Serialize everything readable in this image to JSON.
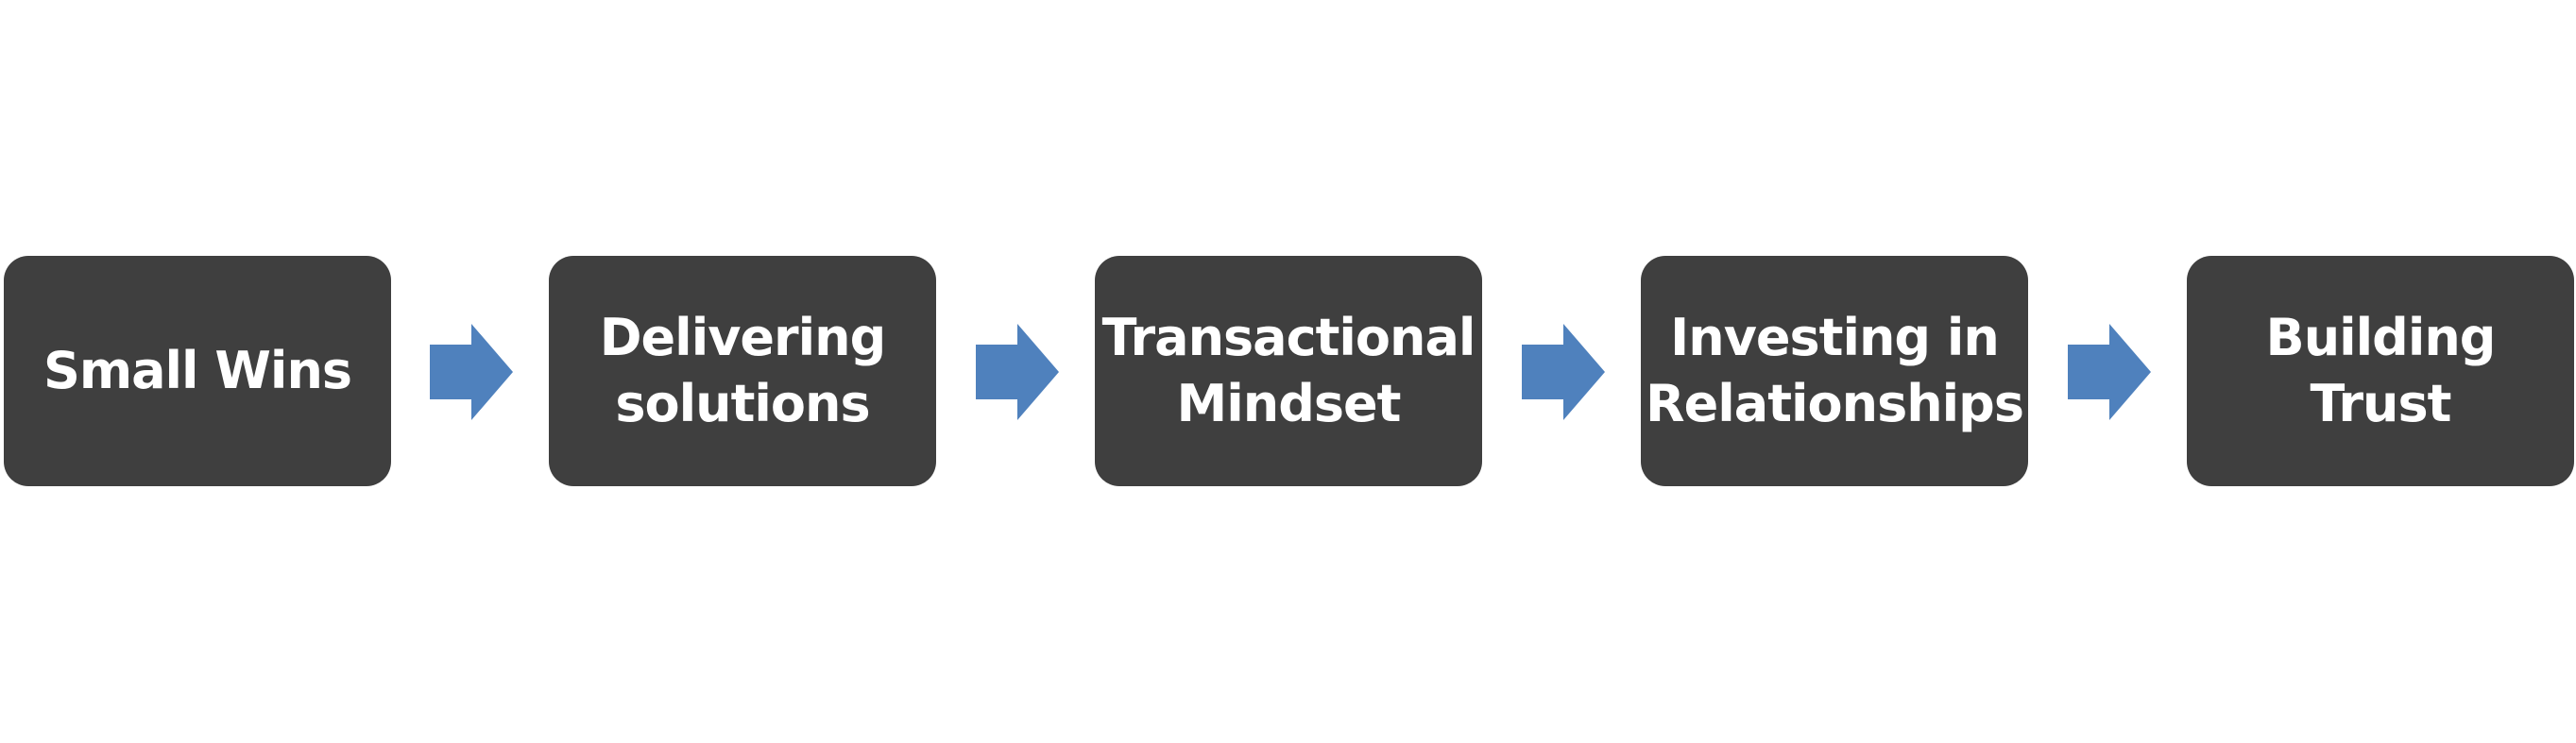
{
  "diagram": {
    "steps": [
      {
        "label": "Small Wins"
      },
      {
        "label": "Delivering\nsolutions"
      },
      {
        "label": "Transactional\nMindset"
      },
      {
        "label": "Investing in\nRelationships"
      },
      {
        "label": "Building\nTrust"
      }
    ],
    "connector": {
      "icon": "right-arrow-icon",
      "color": "#4f81bd"
    },
    "box_color": "#3f3f3f",
    "text_color": "#ffffff"
  }
}
